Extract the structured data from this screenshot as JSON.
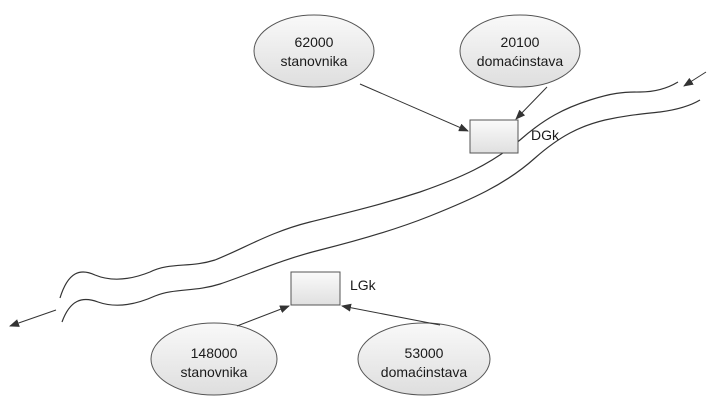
{
  "top_left": {
    "value": "62000",
    "unit": "stanovnika"
  },
  "top_right": {
    "value": "20100",
    "unit": "domaćinstava"
  },
  "top_box": {
    "label": "DGk"
  },
  "bottom_box": {
    "label": "LGk"
  },
  "bottom_left": {
    "value": "148000",
    "unit": "stanovnika"
  },
  "bottom_right": {
    "value": "53000",
    "unit": "domaćinstava"
  },
  "colors": {
    "shape_fill_light": "#f7f7f7",
    "shape_fill_dark": "#dcdcdc",
    "stroke": "#555555",
    "text": "#1a1a1a"
  }
}
